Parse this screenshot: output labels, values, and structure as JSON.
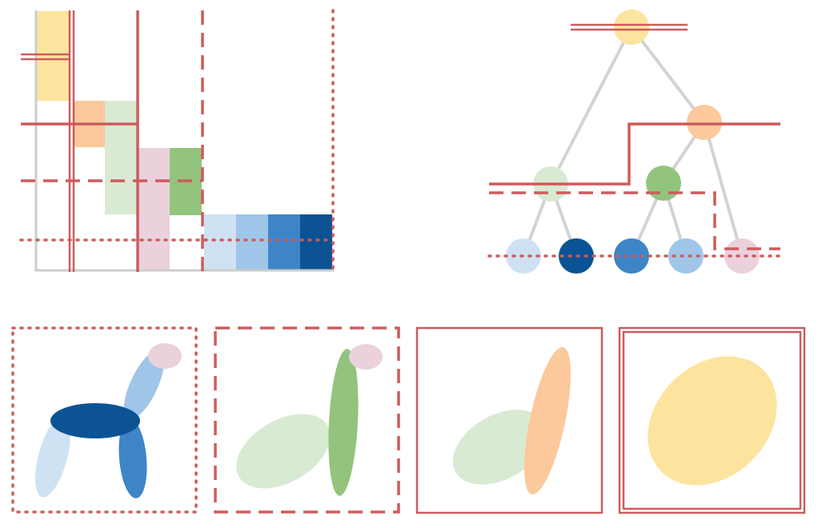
{
  "diagram": {
    "description_visible_text": "",
    "palette": {
      "cut_red": "#cd5c5c",
      "axis_gray": "#cccccc",
      "edge_gray": "#d3d3d3",
      "yellow": "#fde49e",
      "peach": "#fbc99c",
      "light_green": "#d9ead3",
      "green": "#93c47d",
      "pink": "#ead1dc",
      "blue_1": "#cfe2f3",
      "blue_2": "#9fc5e8",
      "blue_3": "#3d85c6",
      "blue_4": "#0b5394"
    },
    "cut_line_styles": [
      "double",
      "solid",
      "dashed",
      "dotted"
    ]
  }
}
